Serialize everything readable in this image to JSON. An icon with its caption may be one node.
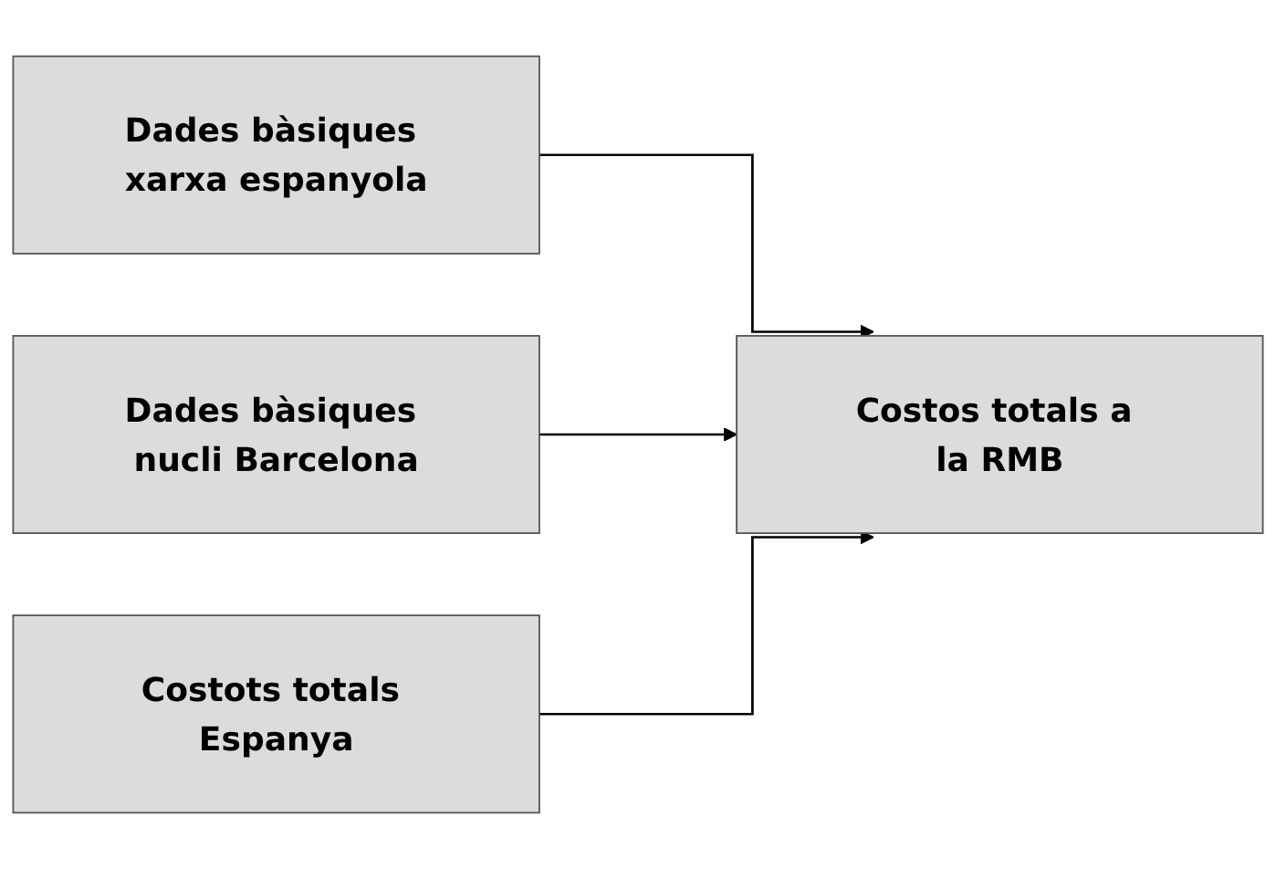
{
  "diagram": {
    "nodes": [
      {
        "text": [
          "Dades bàsiques xarxa espanyola"
        ]
      },
      {
        "text": [
          "Dades bàsiques nucli Barcelona"
        ]
      },
      {
        "text": [
          "Costots totals Espanya"
        ]
      },
      {
        "text": [
          "Costos totals a la RMB"
        ]
      }
    ],
    "edges": [
      {
        "from": 0,
        "to": 3,
        "arrow": "to"
      },
      {
        "from": 1,
        "to": 3,
        "arrow": "to"
      },
      {
        "from": 2,
        "to": 3,
        "arrow": "to"
      }
    ]
  }
}
